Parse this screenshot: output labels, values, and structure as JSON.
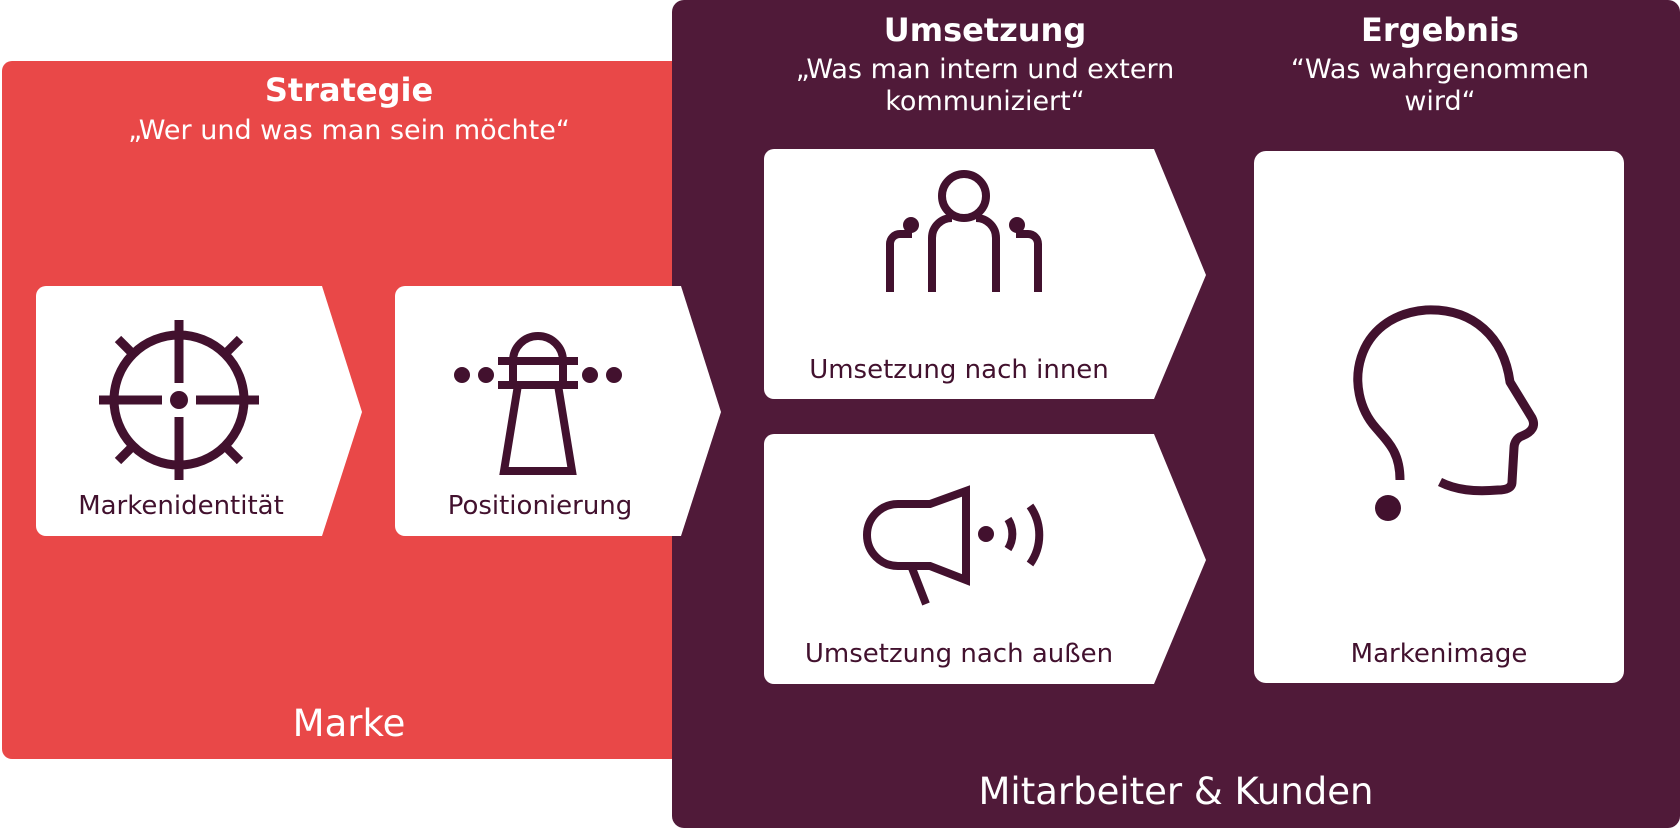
{
  "colors": {
    "strategy_panel": "#e94848",
    "result_panel": "#501a39",
    "card": "#ffffff",
    "icon": "#42112e"
  },
  "strategy": {
    "title": "Strategie",
    "subtitle": "„Wer und was man sein möchte“",
    "footer": "Marke",
    "cards": [
      {
        "label": "Markenidentität",
        "icon": "crosshair-icon"
      },
      {
        "label": "Positionierung",
        "icon": "lighthouse-icon"
      }
    ]
  },
  "implementation": {
    "title": "Umsetzung",
    "subtitle_line1": "„Was man intern und extern",
    "subtitle_line2": "kommuniziert“",
    "cards": [
      {
        "label": "Umsetzung nach innen",
        "icon": "people-group-icon"
      },
      {
        "label": "Umsetzung nach außen",
        "icon": "megaphone-icon"
      }
    ]
  },
  "result": {
    "title": "Ergebnis",
    "subtitle_line1": "“Was wahrgenommen",
    "subtitle_line2": "wird“",
    "card": {
      "label": "Markenimage",
      "icon": "head-profile-icon"
    }
  },
  "footer": "Mitarbeiter & Kunden"
}
